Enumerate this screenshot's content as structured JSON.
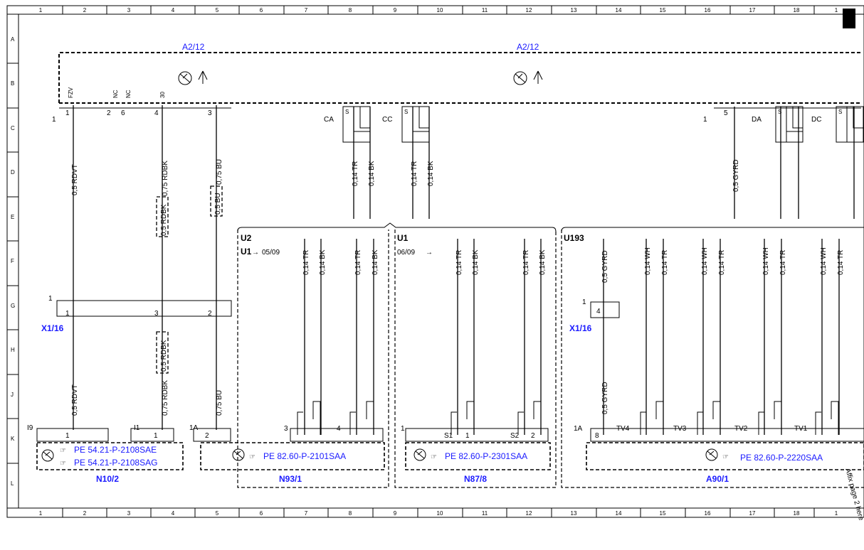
{
  "grid": {
    "columns": [
      "1",
      "2",
      "3",
      "4",
      "5",
      "6",
      "7",
      "8",
      "9",
      "10",
      "11",
      "12",
      "13",
      "14",
      "15",
      "16",
      "17",
      "18",
      "1"
    ],
    "rows": [
      "A",
      "B",
      "C",
      "D",
      "E",
      "F",
      "G",
      "H",
      "J",
      "K",
      "L"
    ]
  },
  "components": {
    "a2_12_left": "A2/12",
    "a2_12_right": "A2/12",
    "x1_16_left": "X1/16",
    "x1_16_right": "X1/16",
    "n10_2": "N10/2",
    "n93_1": "N93/1",
    "n87_8": "N87/8",
    "a90_1": "A90/1"
  },
  "refs": {
    "n10_2_a": "PE 54.21-P-2108SAE",
    "n10_2_b": "PE 54.21-P-2108SAG",
    "n93_1": "PE 82.60-P-2101SAA",
    "n87_8": "PE 82.60-P-2301SAA",
    "a90_1": "PE 82.60-P-2220SAA"
  },
  "pins_top": {
    "fzv": "FZV",
    "nc1": "NC",
    "nc2": "NC",
    "p30": "30",
    "n1": "1",
    "n2": "2",
    "n6": "6",
    "n4": "4",
    "n3": "3",
    "one": "1",
    "ca": "CA",
    "cc": "CC",
    "five": "5",
    "one_r": "1",
    "da": "DA",
    "dc": "DC",
    "s": "S"
  },
  "wires": {
    "w_rdvt_top": "0,5 RDVT",
    "w_rdbk_top": "0,75 RDBK",
    "w_rdbk_box": "0,5 RDBK",
    "w_bu_top": "0,75 BU",
    "w_bu_box": "0,5 BU",
    "w_rdvt_bot": "0,5 RDVT",
    "w_rdbk_bot": "0,75 RDBK",
    "w_rdbk_box_bot": "0,5 RDBK",
    "w_bu_bot": "0,75 BU",
    "tr": "0,14 TR",
    "bk": "0,14 BK",
    "gyrd": "0,5 GYRD",
    "wh": "0,14 WH"
  },
  "blocks": {
    "u2": "U2",
    "u1_left": "U1",
    "u1_left_date": "05/09",
    "u1": "U1",
    "u1_date": "06/09",
    "u193": "U193"
  },
  "connector_pins": {
    "g1": "1",
    "g1b": "1",
    "g3": "3",
    "g2": "2",
    "i9": "I9",
    "i1": "I1",
    "one_a": "1A",
    "k1": "1",
    "k1b": "1",
    "k2": "2",
    "k3": "3",
    "k4": "4",
    "k1c": "1",
    "s1": "S1",
    "s1n": "1",
    "s2": "S2",
    "s2n": "2",
    "one_a_r": "1A",
    "k8": "8",
    "tv4": "TV4",
    "tv3": "TV3",
    "tv2": "TV2",
    "tv1": "TV1",
    "x116r_1": "1",
    "x116r_4": "4"
  },
  "side_note": "Affix page 2 here"
}
